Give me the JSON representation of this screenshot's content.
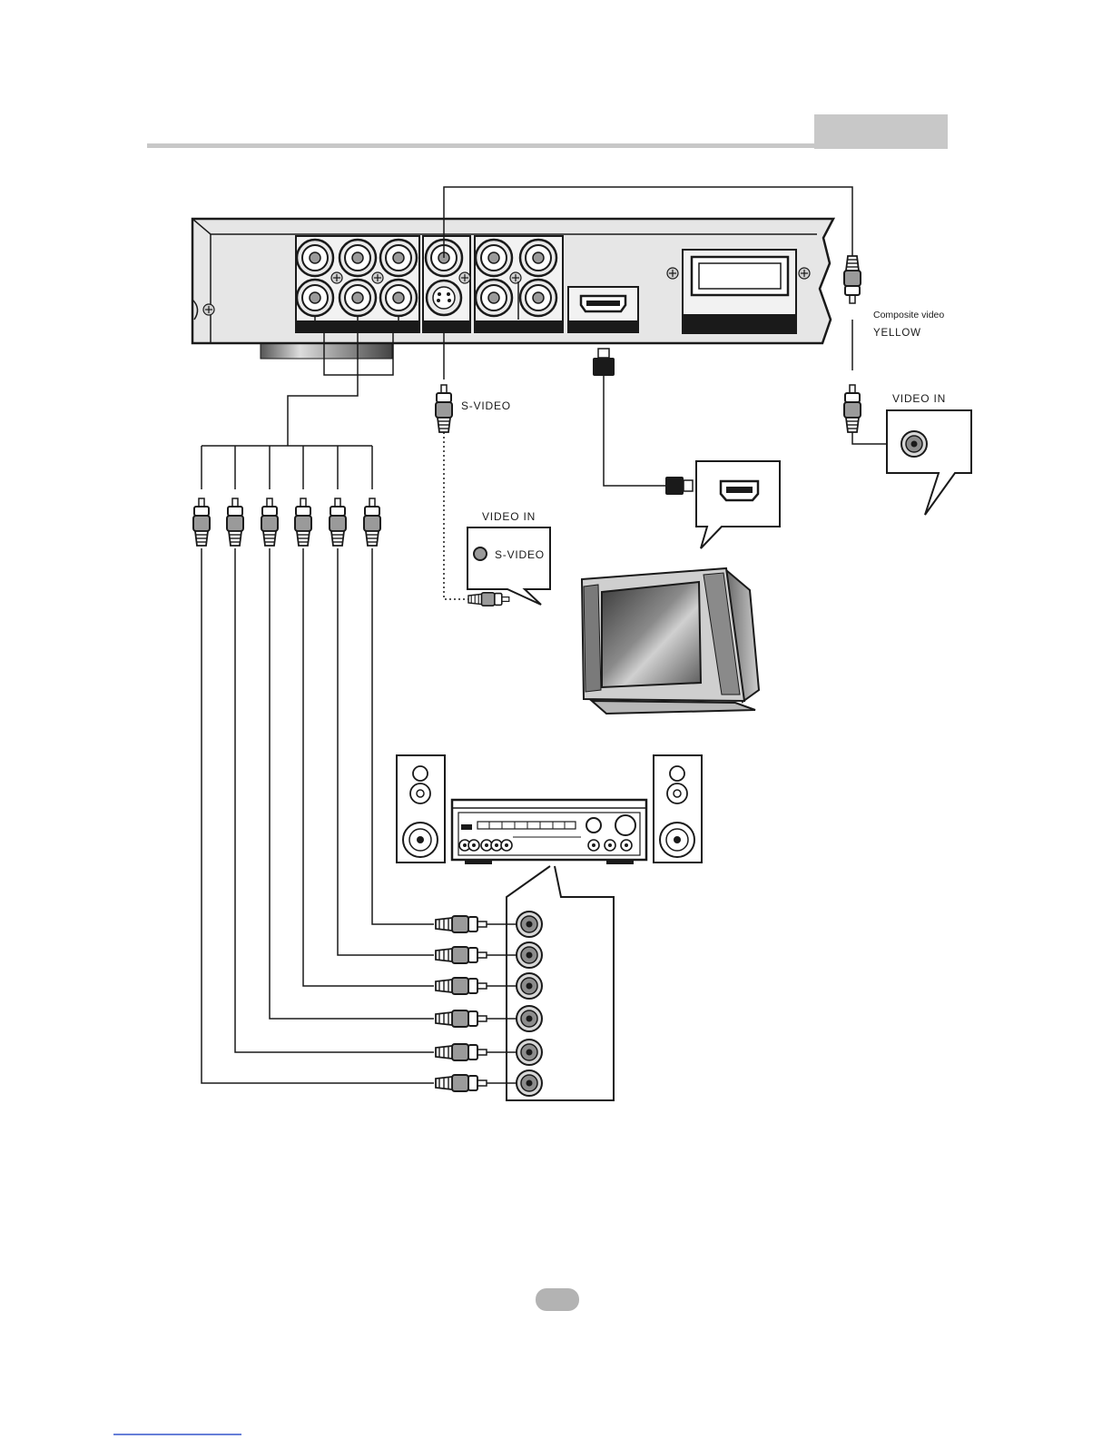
{
  "labels": {
    "composite_video": "Composite video",
    "yellow": "YELLOW",
    "video_in_right": "VIDEO IN",
    "s_video_cable": "S-VIDEO",
    "video_in_callout": "VIDEO IN",
    "s_video_jack": "S-VIDEO"
  },
  "colors": {
    "header_bar": "#c8c8c8",
    "header_tab": "#c8c8c8",
    "page_pill": "#b3b3b3",
    "panel_fill": "#e6e6e6",
    "line": "#1a1a1a"
  }
}
